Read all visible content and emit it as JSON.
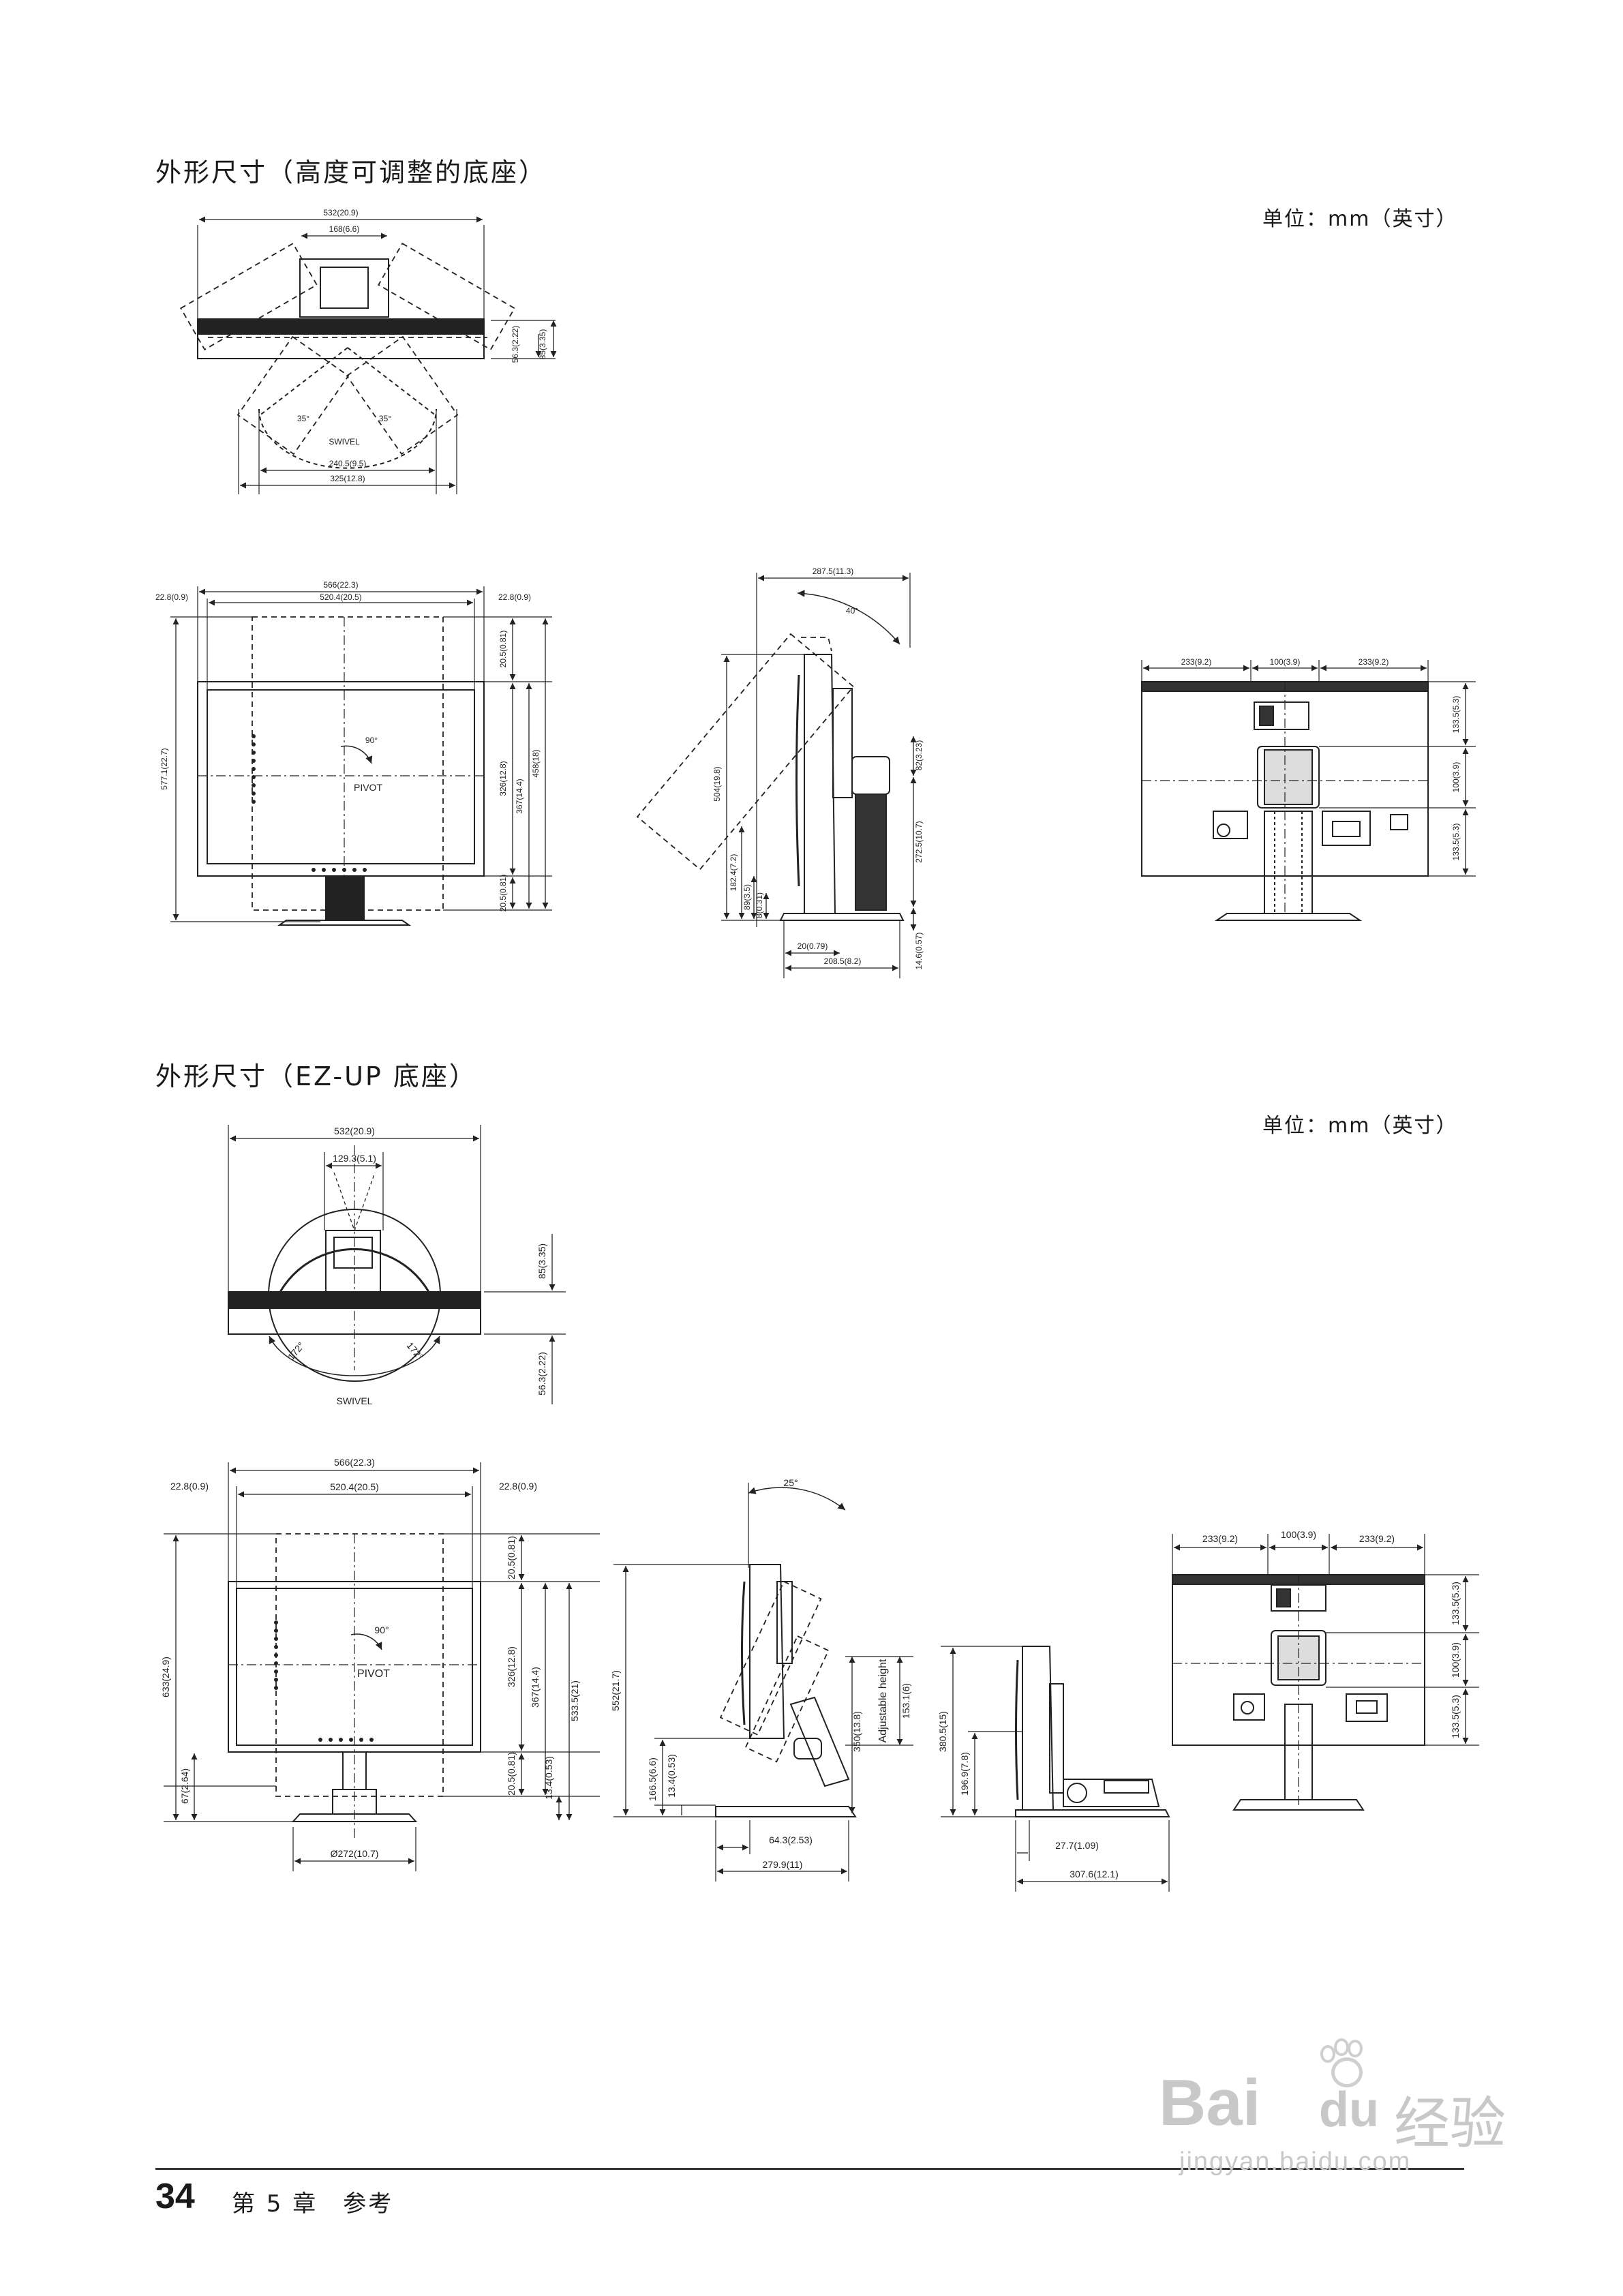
{
  "sections": [
    {
      "title": "外形尺寸（高度可调整的底座）",
      "unit": "单位：mm（英寸）"
    },
    {
      "title": "外形尺寸（EZ-UP 底座）",
      "unit": "单位：mm（英寸）"
    }
  ],
  "s1": {
    "top": {
      "w532": "532(20.9)",
      "w168": "168(6.6)",
      "d56": "56.3(2.22)",
      "d85": "85(3.35)",
      "a35l": "35°",
      "a35r": "35°",
      "swivel": "SWIVEL",
      "w240": "240.5(9.5)",
      "w325": "325(12.8)"
    },
    "front": {
      "w566": "566(22.3)",
      "w520": "520.4(20.5)",
      "m228l": "22.8(0.9)",
      "m228r": "22.8(0.9)",
      "h577": "577.1(22.7)",
      "h205t": "20.5(0.81)",
      "h326": "326(12.8)",
      "h367": "367(14.4)",
      "h458": "458(18)",
      "h205b": "20.5(0.81)",
      "a90": "90°",
      "pivot": "PIVOT"
    },
    "side": {
      "w287": "287.5(11.3)",
      "a40": "40°",
      "h504": "504(19.8)",
      "h82": "82(3.23)",
      "h182": "182.4(7.2)",
      "h89": "89(3.5)",
      "h8": "8(0.31)",
      "h272": "272.5(10.7)",
      "h146": "14.6(0.57)",
      "w20": "20(0.79)",
      "w208": "208.5(8.2)"
    },
    "rear": {
      "w233l": "233(9.2)",
      "w100": "100(3.9)",
      "w233r": "233(9.2)",
      "h133t": "133.5(5.3)",
      "h100": "100(3.9)",
      "h133b": "133.5(5.3)"
    }
  },
  "s2": {
    "top": {
      "w532": "532(20.9)",
      "w129": "129.3(5.1)",
      "d85": "85(3.35)",
      "d56": "56.3(2.22)",
      "a172l": "172°",
      "a172r": "172°",
      "swivel": "SWIVEL"
    },
    "front": {
      "w566": "566(22.3)",
      "m228l": "22.8(0.9)",
      "m228r": "22.8(0.9)",
      "w520": "520.4(20.5)",
      "h633": "633(24.9)",
      "h67": "67(2.64)",
      "h205t": "20.5(0.81)",
      "h326": "326(12.8)",
      "h367": "367(14.4)",
      "h533": "533.5(21)",
      "h205b": "20.5(0.81)",
      "h134": "13.4(0.53)",
      "a90": "90°",
      "pivot": "PIVOT",
      "base": "Ø272(10.7)"
    },
    "side": {
      "a25": "25°",
      "h552": "552(21.7)",
      "h166": "166.5(6.6)",
      "h134": "13.4(0.53)",
      "h350": "350(13.8)",
      "adj": "Adjustable height",
      "h153": "153.1(6)",
      "w64": "64.3(2.53)",
      "w279": "279.9(11)"
    },
    "side2": {
      "h380": "380.5(15)",
      "h196": "196.9(7.8)",
      "w27": "27.7(1.09)",
      "w307": "307.6(12.1)"
    },
    "rear": {
      "w233l": "233(9.2)",
      "w100": "100(3.9)",
      "w233r": "233(9.2)",
      "h133t": "133.5(5.3)",
      "h100": "100(3.9)",
      "h133b": "133.5(5.3)"
    }
  },
  "footer": {
    "page": "34",
    "chapter": "第 5 章　参考"
  },
  "watermark": {
    "brand": "Bai",
    "brand2": "du",
    "suffix": "经验",
    "url": "jingyan.baidu.com"
  }
}
